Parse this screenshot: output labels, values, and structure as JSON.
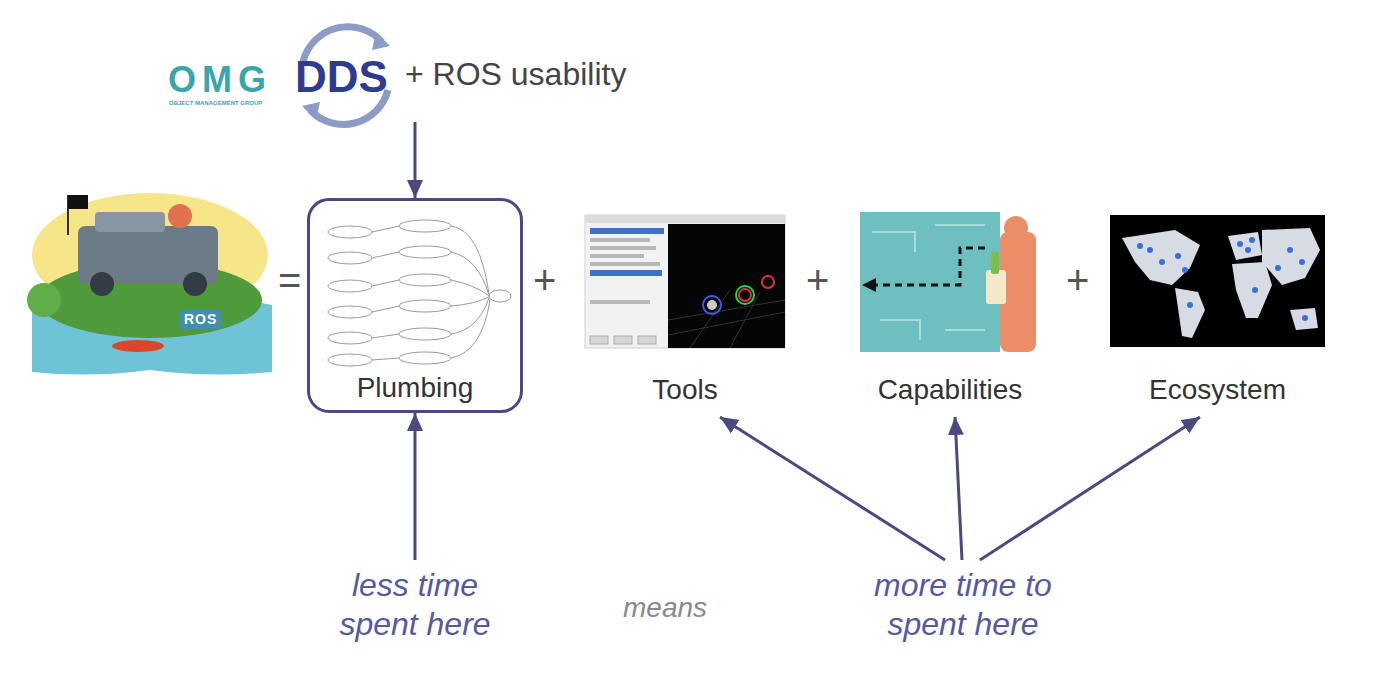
{
  "diagram": {
    "nodes": [
      {
        "text": [
          "OMG",
          "OBJECT MANAGEMENT GROUP",
          "DDS",
          "+ ROS usability"
        ]
      },
      {
        "text": [
          "ROS"
        ]
      },
      {
        "text": [
          "Plumbing"
        ]
      },
      {
        "text": [
          "Tools"
        ]
      },
      {
        "text": [
          "Capabilities"
        ]
      },
      {
        "text": [
          "Ecosystem"
        ]
      },
      {
        "text": [
          "less time spent here"
        ]
      },
      {
        "text": [
          "more time to spent here"
        ]
      }
    ],
    "edges": [
      {
        "from": 0,
        "to": 2,
        "arrow": "to"
      },
      {
        "from": 6,
        "to": 2,
        "arrow": "to"
      },
      {
        "from": 7,
        "to": 3,
        "arrow": "to"
      },
      {
        "from": 7,
        "to": 4,
        "arrow": "to"
      },
      {
        "from": 7,
        "to": 5,
        "arrow": "to"
      }
    ],
    "labels": [
      "=",
      "+",
      "+",
      "+",
      "means"
    ]
  }
}
